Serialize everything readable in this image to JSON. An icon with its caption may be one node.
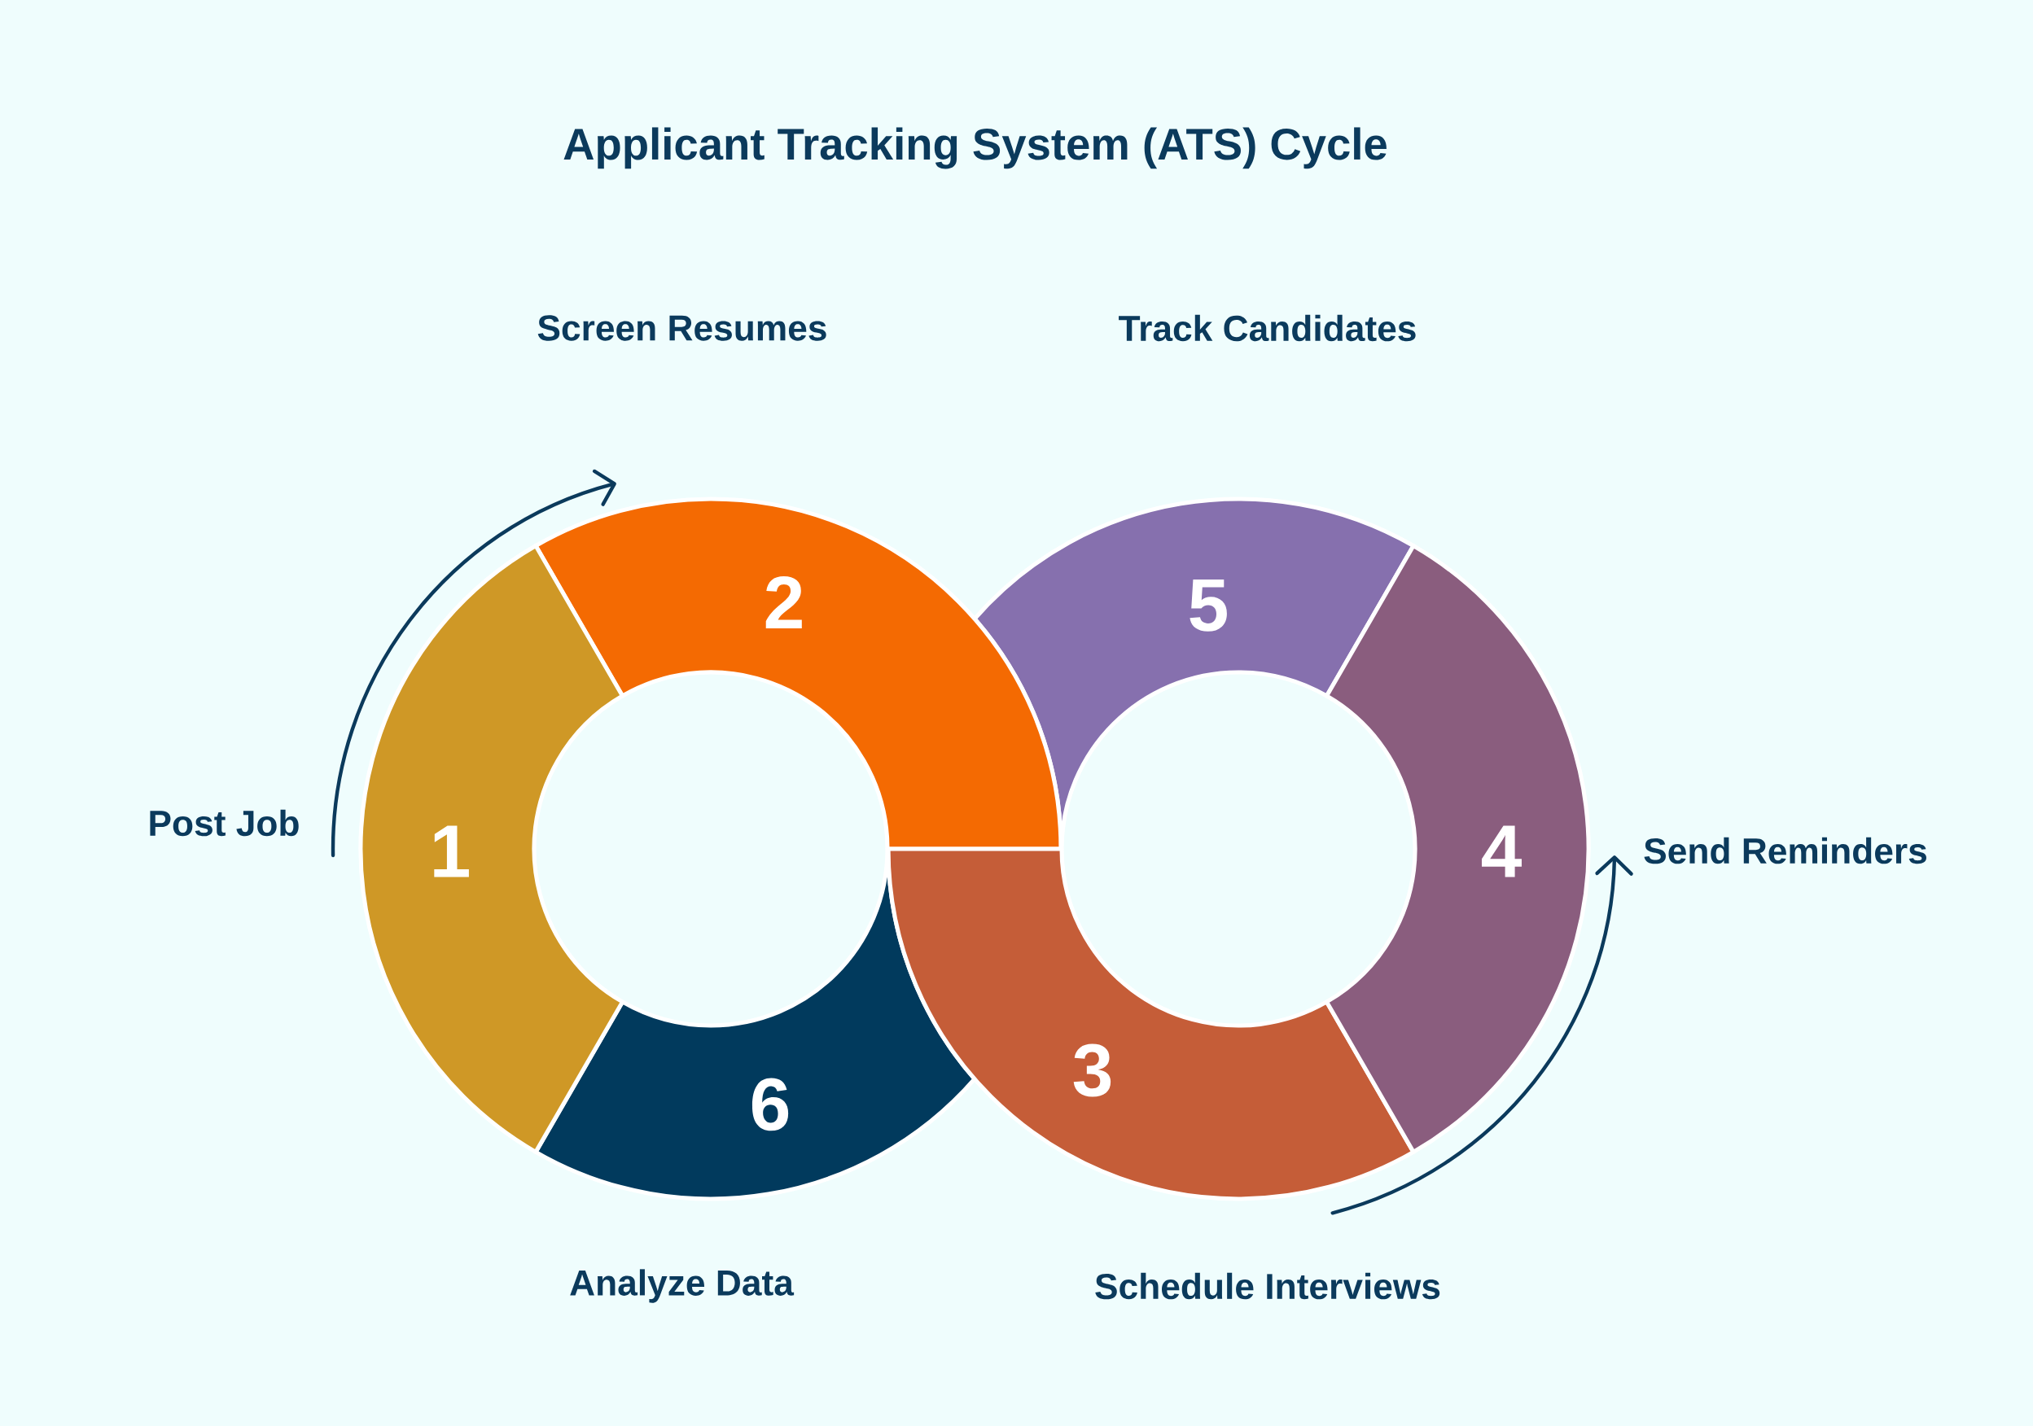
{
  "diagram": {
    "title": "Applicant Tracking System (ATS) Cycle",
    "nodes": [
      {
        "text": [
          "1"
        ],
        "beside": [
          "Post Job"
        ]
      },
      {
        "text": [
          "2"
        ]
      },
      {
        "text": [
          "3"
        ],
        "beside": [
          "Schedule Interviews"
        ]
      },
      {
        "text": [
          "4"
        ],
        "beside": [
          "Send Reminders"
        ]
      },
      {
        "text": [
          "5"
        ]
      },
      {
        "text": [
          "6"
        ],
        "beside": [
          "Analyze Data"
        ]
      }
    ],
    "labels": [
      "Screen Resumes",
      "Track Candidates"
    ]
  }
}
